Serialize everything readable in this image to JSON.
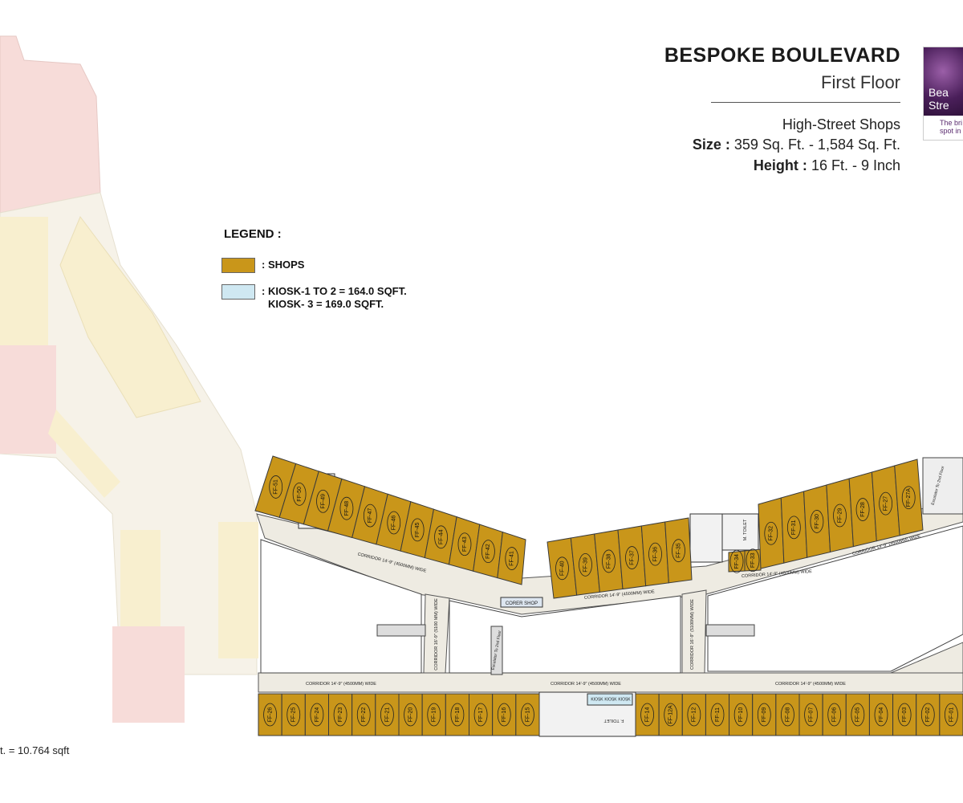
{
  "header": {
    "title": "BESPOKE BOULEVARD",
    "floor": "First Floor",
    "shop_type": "High-Street Shops",
    "size_label": "Size :",
    "size_value": "359 Sq. Ft. - 1,584 Sq. Ft.",
    "height_label": "Height :",
    "height_value": "16 Ft. - 9 Inch"
  },
  "logo": {
    "text_1": "Bea",
    "text_2": "Stre",
    "tag_1": "The bri",
    "tag_2": "spot in"
  },
  "legend": {
    "title": "LEGEND :",
    "shops_label": ": SHOPS",
    "kiosk_line_1": ": KIOSK-1 TO 2  = 164.0 SQFT.",
    "kiosk_line_2": "KIOSK- 3 = 169.0 SQFT."
  },
  "colors": {
    "shop": "#c9961a",
    "kiosk": "#cfe8f2",
    "corridor": "#eeebe2",
    "faded": "#f7dcd9"
  },
  "scale_note": "t. = 10.764 sqft",
  "plan": {
    "upper_left_shops": [
      "FF-51",
      "FF-50",
      "FF-49",
      "FF-48",
      "FF-47",
      "FF-46",
      "FF-45",
      "FF-44",
      "FF-43",
      "FF-42",
      "FF-41"
    ],
    "upper_mid_shops": [
      "FF-40",
      "FF-39",
      "FF-38",
      "FF-37",
      "FF-36",
      "FF-35"
    ],
    "upper_right_shops": [
      "FF-32",
      "FF-31",
      "FF-30",
      "FF-29",
      "FF-28",
      "FF-27",
      "FF-27A"
    ],
    "small_shops": [
      "FF-34",
      "FF-33"
    ],
    "lower_left_shops": [
      "FF-26",
      "FF-25",
      "FF-24",
      "FF-23",
      "FF-22",
      "FF-21",
      "FF-20",
      "FF-19",
      "FF-18",
      "FF-17",
      "FF-16",
      "FF-15"
    ],
    "lower_right_shops": [
      "FF-14",
      "FF-12A",
      "FF-12",
      "FF-11",
      "FF-10",
      "FF-09",
      "FF-08",
      "FF-07",
      "FF-06",
      "FF-05",
      "FF-04",
      "FF-03",
      "FF-02",
      "FF-01"
    ],
    "kiosks": [
      "KIOSK",
      "KIOSK",
      "KIOSK"
    ],
    "corridor_labels": {
      "upper_left": "CORRIDOR 14'-9\" (4500MM) WIDE",
      "upper_mid": "CORRIDOR 14'-9\" (4500MM) WIDE",
      "upper_right_1": "CORRIDOR 14'-9\" (4500MM) WIDE",
      "upper_right_2": "CORRIDOR 14'-9\" (4500MM) WIDE",
      "vertical_1": "CORRIDOR 16'-9\" (5100 MM) WIDE",
      "vertical_2": "CORRIDOR 16'-9\" (5100MM) WIDE",
      "lower_left": "CORRIDOR 14'-9\" (4500MM) WIDE",
      "lower_mid": "CORRIDOR 14'-9\" (4500MM) WIDE",
      "lower_right": "CORRIDOR 14'-9\" (4500MM) WIDE"
    },
    "corner_shop": "CORER SHOP",
    "toilet": "M. TOILET",
    "toilet_2": "F. TOILET",
    "escalator_1": "Escalator To 2nd Floor",
    "escalator_2": "Escalator To 2nd Floor"
  }
}
